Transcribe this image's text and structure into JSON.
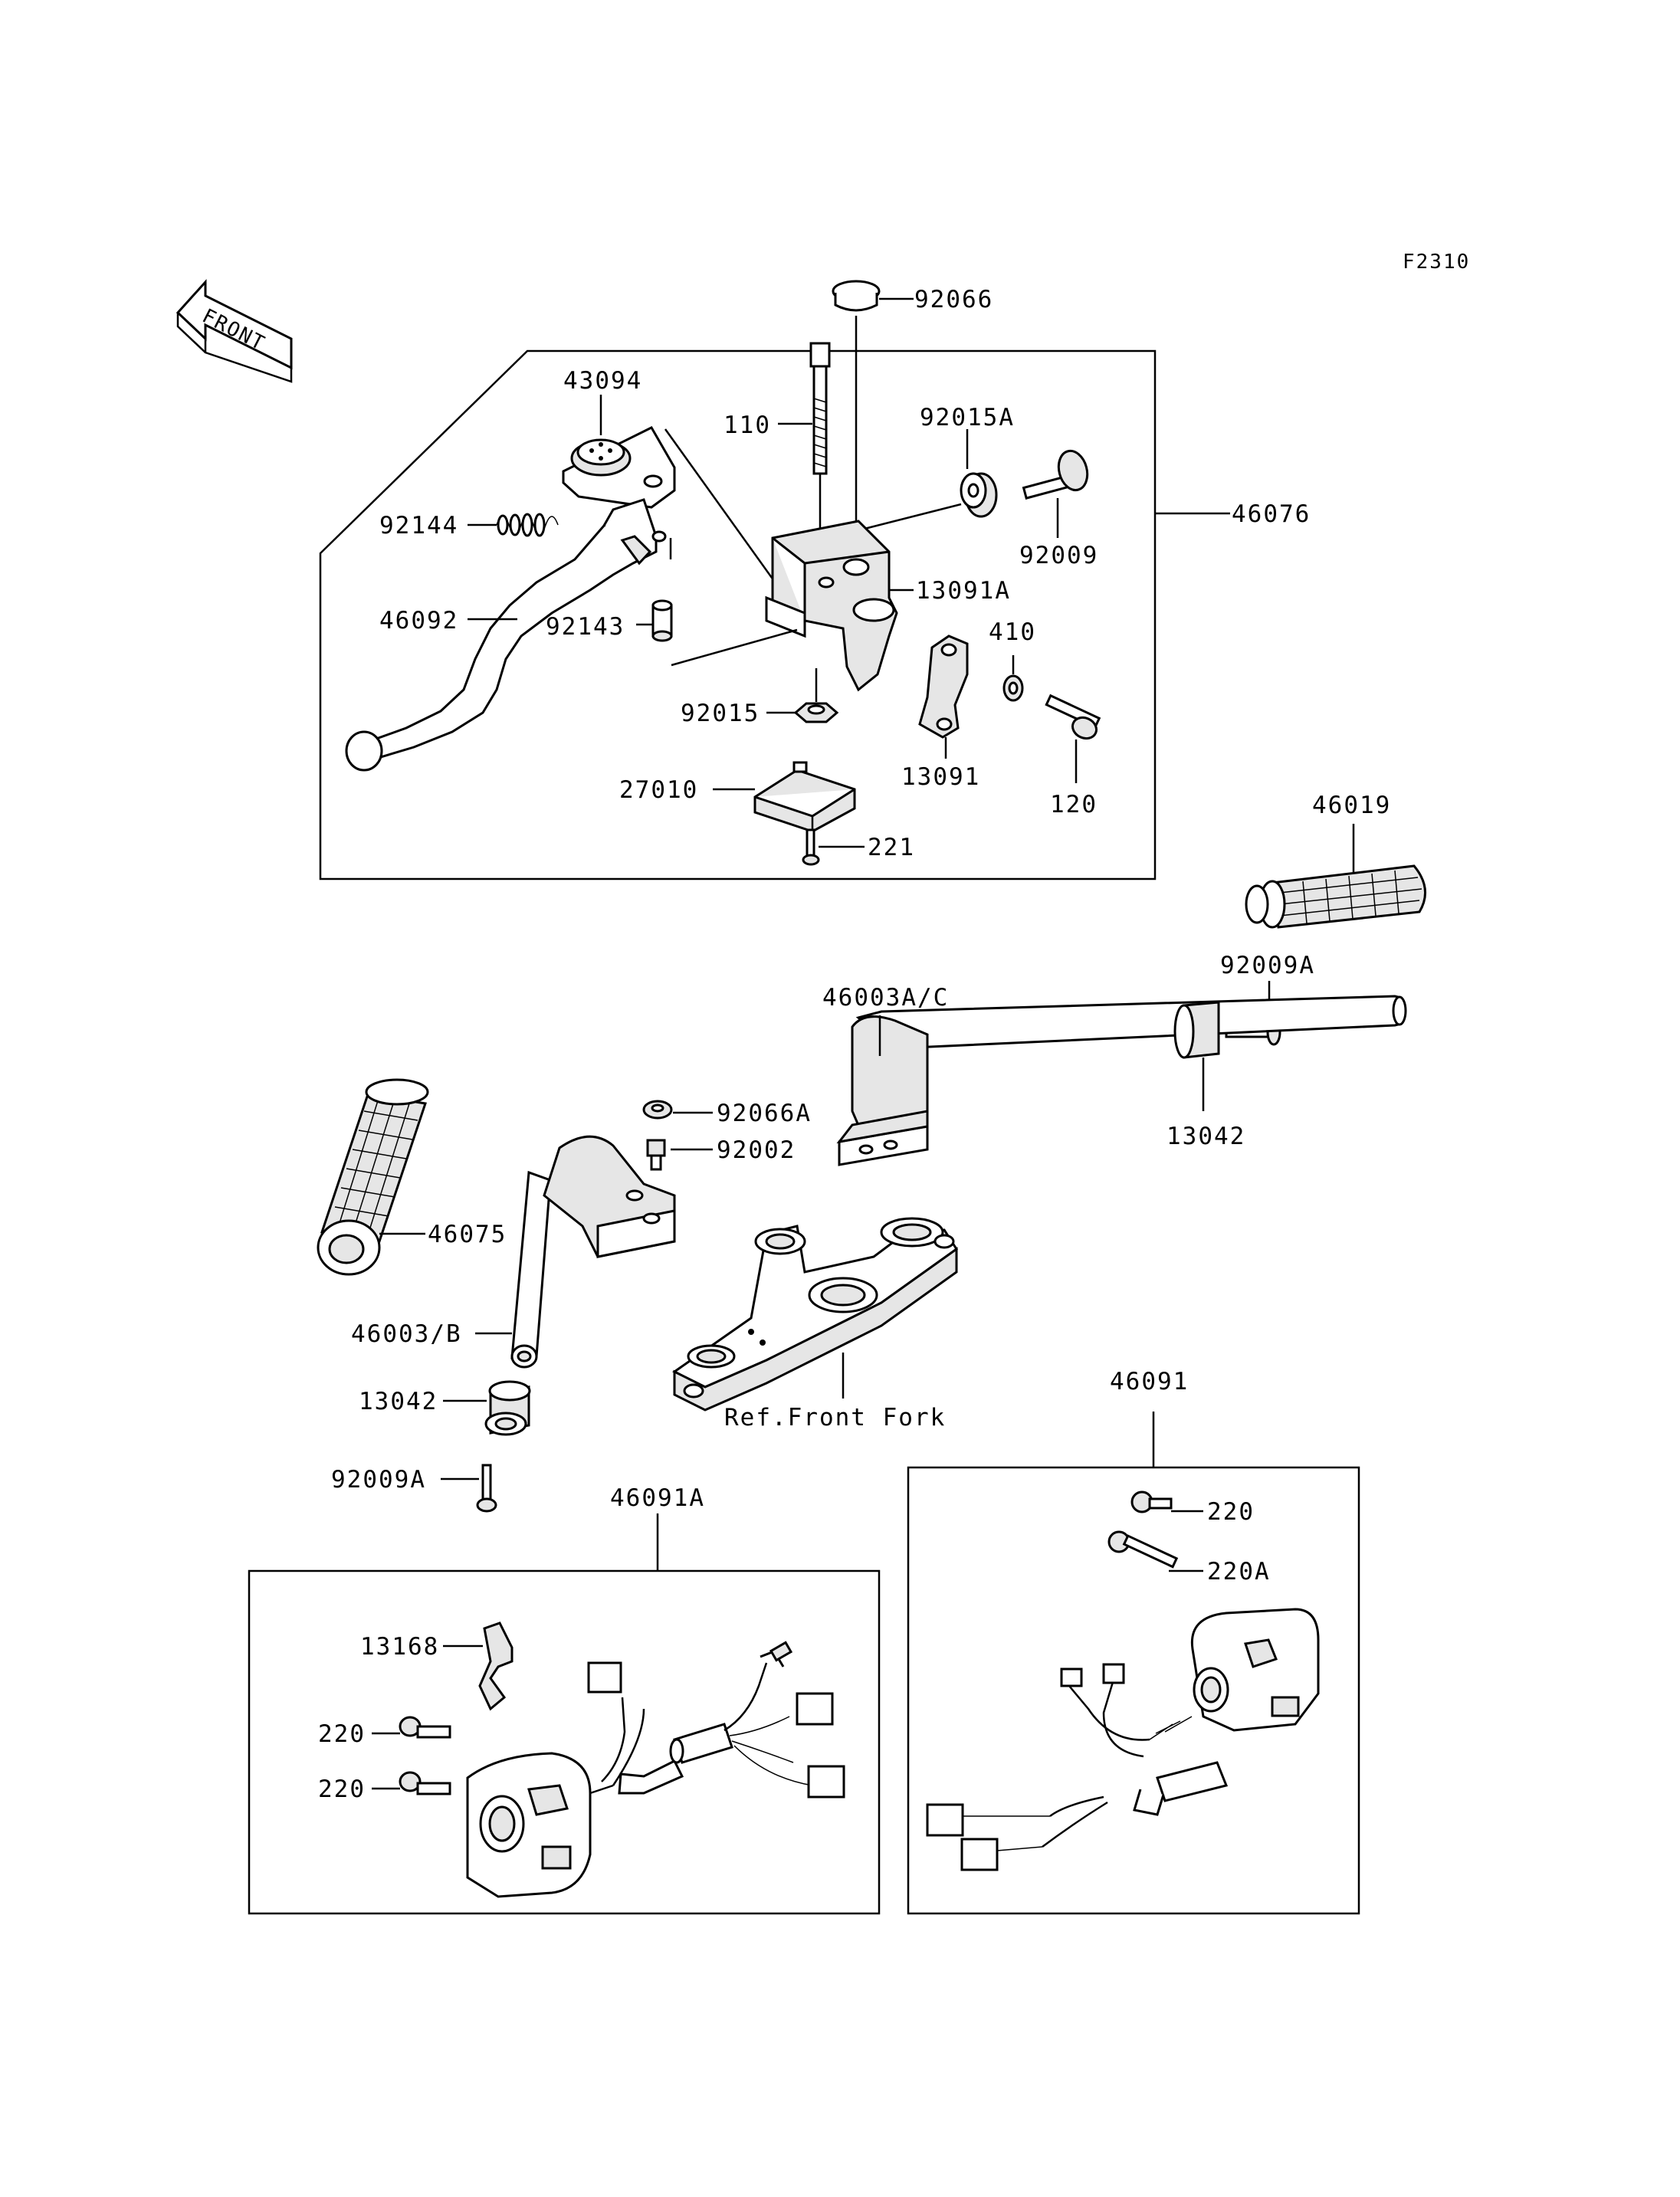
{
  "figure_code": "F2310",
  "front_arrow_label": "FRONT",
  "ref_label": "Ref.Front Fork",
  "callouts": {
    "p92066": "92066",
    "p43094": "43094",
    "p110": "110",
    "p92015A": "92015A",
    "p46076": "46076",
    "p92144": "92144",
    "p92009": "92009",
    "p13091A": "13091A",
    "p46092": "46092",
    "p92143": "92143",
    "p410": "410",
    "p92015": "92015",
    "p13091": "13091",
    "p120": "120",
    "p27010": "27010",
    "p221": "221",
    "p46019": "46019",
    "p92009A_right": "92009A",
    "p46003AC": "46003A/C",
    "p13042_right": "13042",
    "p92066A": "92066A",
    "p92002": "92002",
    "p46075": "46075",
    "p46003B": "46003/B",
    "p13042_left": "13042",
    "p46091": "46091",
    "p92009A_left": "92009A",
    "p46091A": "46091A",
    "p220_r1": "220",
    "p220A": "220A",
    "p13168": "13168",
    "p220_l1": "220",
    "p220_l2": "220"
  }
}
